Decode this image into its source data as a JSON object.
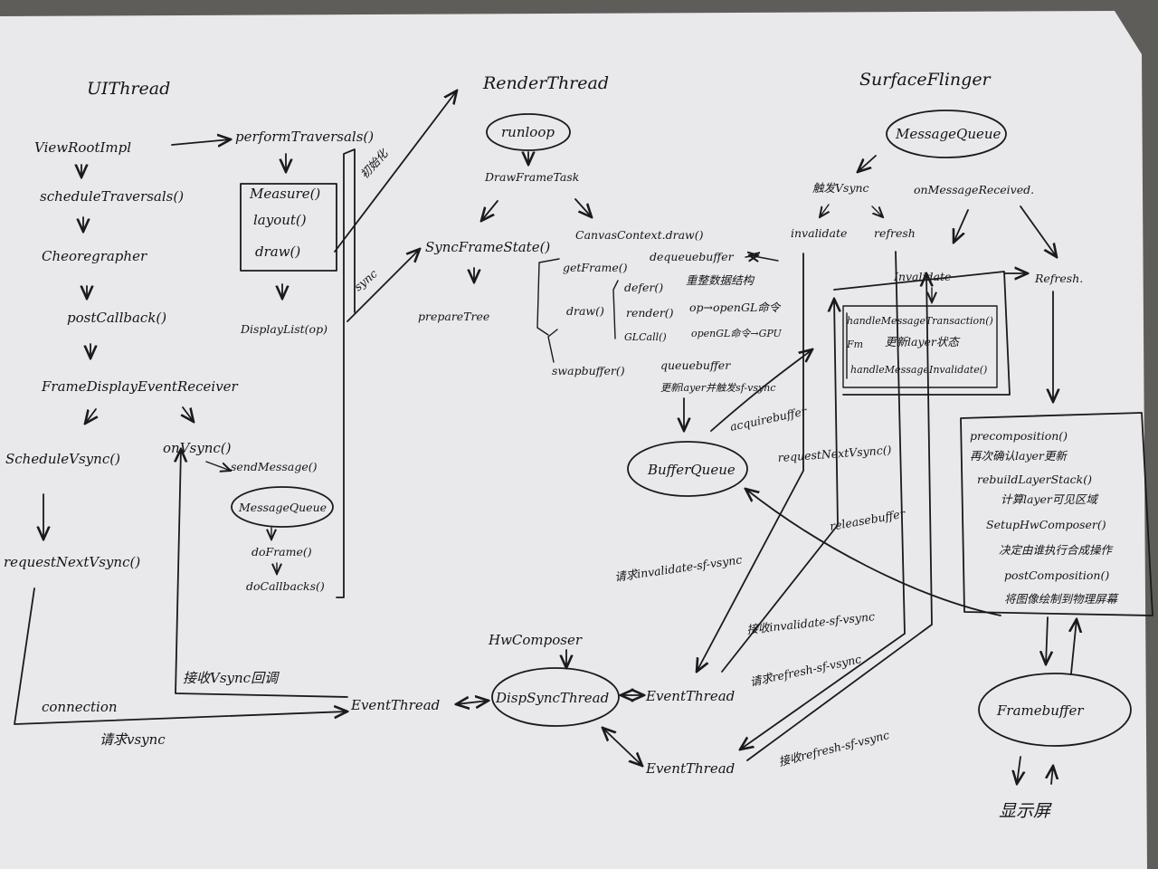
{
  "titles": {
    "ui_thread": "UIThread",
    "render_thread": "RenderThread",
    "surface_flinger": "SurfaceFlinger",
    "hw_composer": "HwComposer"
  },
  "ui_thread": {
    "view_root_impl": "ViewRootImpl",
    "perform_traversals": "performTraversals()",
    "schedule_traversals": "scheduleTraversals()",
    "choreographer": "Cheoregrapher",
    "post_callback": "postCallback()",
    "frame_display_event_receiver": "FrameDisplayEventReceiver",
    "schedule_vsync": "ScheduleVsync()",
    "on_vsync": "onVsync()",
    "request_next_vsync": "requestNextVsync()",
    "send_message": "sendMessage()",
    "message_queue": "MessageQueue",
    "do_frame": "doFrame()",
    "do_callbacks": "doCallbacks()",
    "measure": "Measure()",
    "layout": "layout()",
    "draw": "draw()",
    "display_list": "DisplayList(op)",
    "init_label": "初始化",
    "sync_label": "sync"
  },
  "render_thread": {
    "run_loop": "runloop",
    "draw_frame_task": "DrawFrameTask",
    "sync_frame_state": "SyncFrameState()",
    "canvas_context_draw": "CanvasContext.draw()",
    "prepare_tree": "prepareTree",
    "get_frame": "getFrame()",
    "dequeue_buffer": "dequeuebuffer",
    "draw": "draw()",
    "defer": "defer()",
    "defer_note": "重整数据结构",
    "render": "render()",
    "render_note": "op→openGL命令",
    "gl_call": "GLCall()",
    "gl_call_note": "openGL命令→GPU",
    "swap_buffer": "swapbuffer()",
    "queue_buffer": "queuebuffer",
    "queue_buffer_note": "更新layer并触发sf-vsync",
    "acquire_buffer": "acquirebuffer",
    "buffer_queue": "BufferQueue",
    "request_next_vsync": "requestNextVsync()",
    "release_buffer": "releasebuffer"
  },
  "surface_flinger": {
    "message_queue": "MessageQueue",
    "trigger_vsync": "触发Vsync",
    "on_message_received": "onMessageReceived.",
    "invalidate": "invalidate",
    "refresh": "refresh",
    "invalidate_cap": "Invalidate",
    "refresh_cap": "Refresh.",
    "handle_message_transaction": "handleMessageTransaction()",
    "update_layer_state_prefix": "Fm",
    "update_layer_state": "更新layer状态",
    "handle_message_invalidate": "handleMessageInvalidate()",
    "pre_composition": "precomposition()",
    "pre_composition_note": "再次确认layer更新",
    "rebuild_layer_stack": "rebuildLayerStack()",
    "rebuild_note": "计算layer可见区域",
    "setup_hw_composer": "SetupHwComposer()",
    "setup_note": "决定由谁执行合成操作",
    "post_composition": "postComposition()",
    "post_note": "将图像绘制到物理屏幕",
    "frame_buffer": "Framebuffer",
    "display": "显示屏"
  },
  "vsync": {
    "connection": "connection",
    "request_vsync": "请求vsync",
    "receive_vsync_callback": "接收Vsync回调",
    "event_thread_app": "EventThread",
    "disp_sync_thread": "DispSyncThread",
    "event_thread_sf": "EventThread",
    "event_thread_bottom": "EventThread",
    "request_invalidate_sf_vsync": "请求invalidate-sf-vsync",
    "receive_invalidate_sf_vsync": "接收invalidate-sf-vsync",
    "request_refresh_sf_vsync": "请求refresh-sf-vsync",
    "receive_refresh_sf_vsync": "接收refresh-sf-vsync"
  },
  "colors": {
    "paper": "#e9e8ea",
    "ink": "#1a1a1c",
    "background": "#5f5d5a"
  }
}
